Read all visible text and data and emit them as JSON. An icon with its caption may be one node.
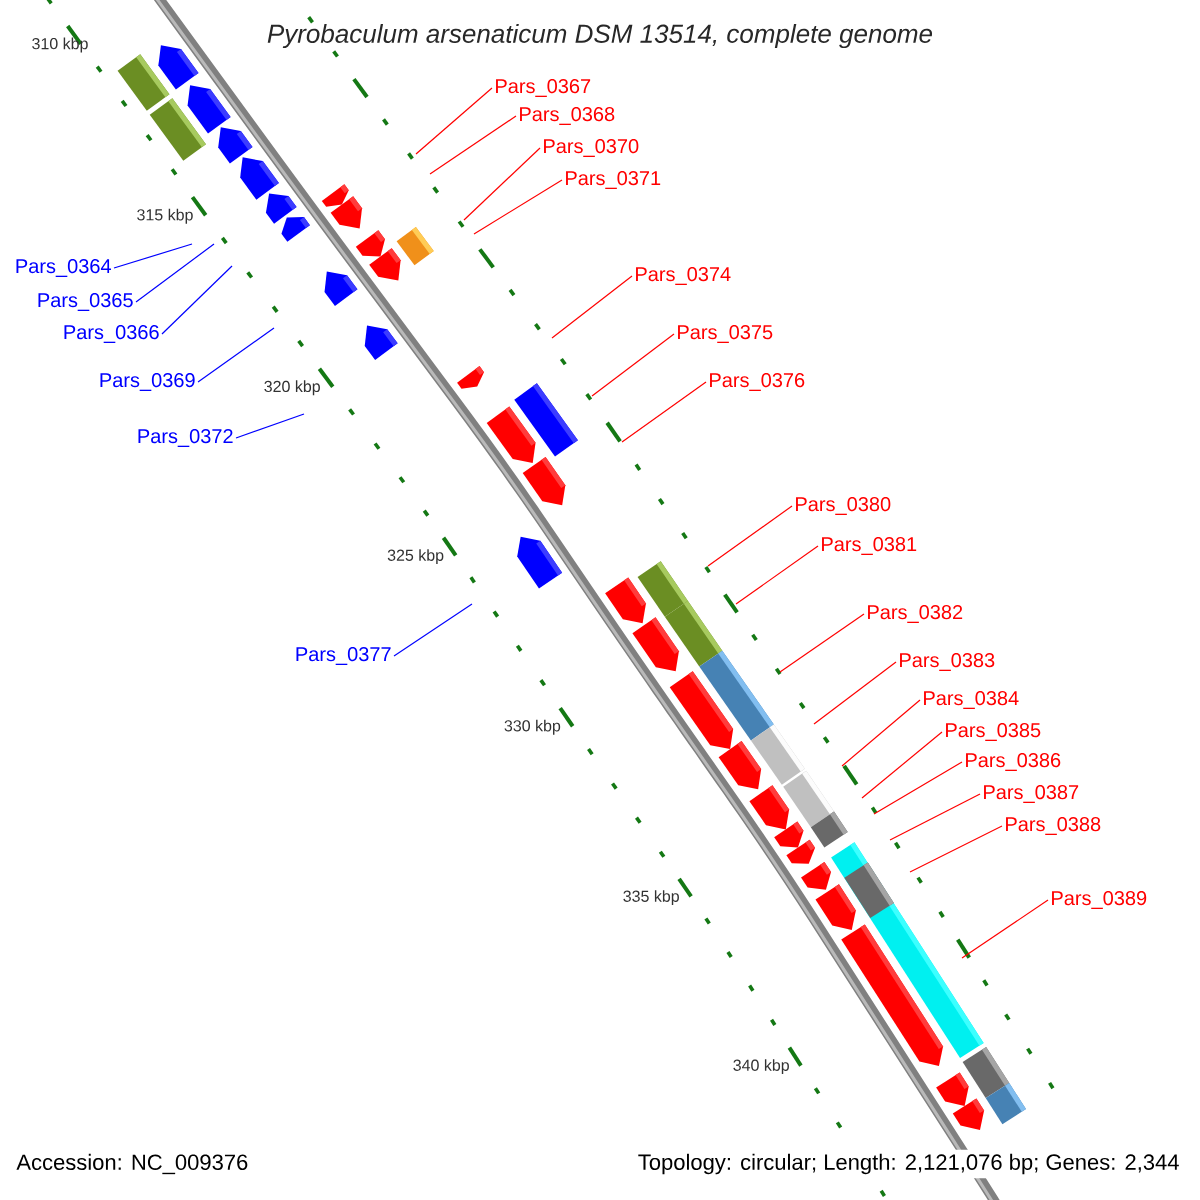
{
  "diagram": {
    "title": "Pyrobaculum arsenaticum DSM 13514, complete genome",
    "nodes": [
      {
        "text": [
          "Pars_0367"
        ]
      },
      {
        "text": [
          "Pars_0368"
        ]
      },
      {
        "text": [
          "Pars_0370"
        ]
      },
      {
        "text": [
          "Pars_0371"
        ]
      },
      {
        "text": [
          "Pars_0364"
        ]
      },
      {
        "text": [
          "Pars_0374"
        ]
      },
      {
        "text": [
          "Pars_0365"
        ]
      },
      {
        "text": [
          "Pars_0375"
        ]
      },
      {
        "text": [
          "Pars_0366"
        ]
      },
      {
        "text": [
          "Pars_0376"
        ]
      },
      {
        "text": [
          "Pars_0369"
        ]
      },
      {
        "text": [
          "Pars_0372"
        ]
      },
      {
        "text": [
          "Pars_0380"
        ]
      },
      {
        "text": [
          "Pars_0381"
        ]
      },
      {
        "text": [
          "Pars_0382"
        ]
      },
      {
        "text": [
          "Pars_0377"
        ]
      },
      {
        "text": [
          "Pars_0383"
        ]
      },
      {
        "text": [
          "Pars_0384"
        ]
      },
      {
        "text": [
          "Pars_0385"
        ]
      },
      {
        "text": [
          "Pars_0386"
        ]
      },
      {
        "text": [
          "Pars_0387"
        ]
      },
      {
        "text": [
          "Pars_0388"
        ]
      },
      {
        "text": [
          "Pars_0389"
        ]
      }
    ],
    "edges": [
      {
        "from": 0,
        "to": null,
        "arrow": "none"
      },
      {
        "from": 1,
        "to": null,
        "arrow": "none"
      },
      {
        "from": 2,
        "to": null,
        "arrow": "none"
      },
      {
        "from": 3,
        "to": null,
        "arrow": "none"
      },
      {
        "from": 4,
        "to": null,
        "arrow": "none",
        "color": "#0000ff"
      },
      {
        "from": 5,
        "to": null,
        "arrow": "none"
      },
      {
        "from": 6,
        "to": null,
        "arrow": "none",
        "color": "#0000ff"
      },
      {
        "from": 7,
        "to": null,
        "arrow": "none"
      },
      {
        "from": 8,
        "to": null,
        "arrow": "none",
        "color": "#0000ff"
      },
      {
        "from": 9,
        "to": null,
        "arrow": "none"
      },
      {
        "from": 10,
        "to": null,
        "arrow": "none",
        "color": "#0000ff"
      },
      {
        "from": 11,
        "to": null,
        "arrow": "none",
        "color": "#0000ff"
      },
      {
        "from": 12,
        "to": null,
        "arrow": "none"
      },
      {
        "from": 13,
        "to": null,
        "arrow": "none"
      },
      {
        "from": 14,
        "to": null,
        "arrow": "none"
      },
      {
        "from": 15,
        "to": null,
        "arrow": "none",
        "color": "#0000ff"
      },
      {
        "from": 16,
        "to": null,
        "arrow": "none"
      },
      {
        "from": 17,
        "to": null,
        "arrow": "none"
      },
      {
        "from": 18,
        "to": null,
        "arrow": "none"
      },
      {
        "from": 19,
        "to": null,
        "arrow": "none"
      },
      {
        "from": 20,
        "to": null,
        "arrow": "none"
      },
      {
        "from": 21,
        "to": null,
        "arrow": "none"
      },
      {
        "from": 22,
        "to": null,
        "arrow": "none"
      }
    ],
    "labels": [
      "310 kbp",
      "315 kbp",
      "320 kbp",
      "325 kbp",
      "330 kbp",
      "335 kbp",
      "340 kbp",
      "Accession: NC_009376",
      "Topology: circular; Length: 2,121,076 bp; Genes: 2,344"
    ]
  }
}
